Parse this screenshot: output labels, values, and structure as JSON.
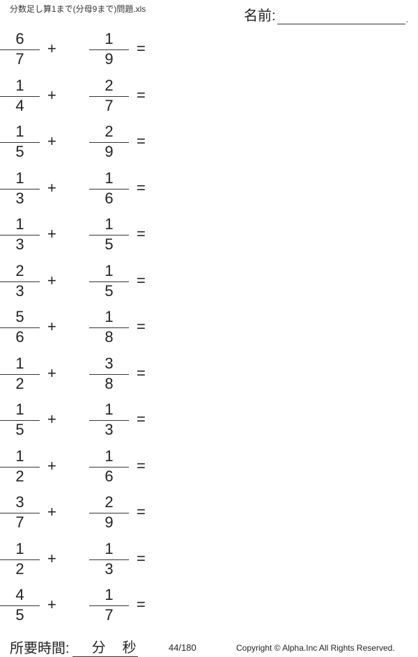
{
  "header": {
    "title": "分数足し算1まで(分母9まで)問題.xls",
    "name_label": "名前:",
    "name_end": "."
  },
  "problems": [
    {
      "a_num": "6",
      "a_den": "7",
      "b_num": "1",
      "b_den": "9"
    },
    {
      "a_num": "1",
      "a_den": "4",
      "b_num": "2",
      "b_den": "7"
    },
    {
      "a_num": "1",
      "a_den": "5",
      "b_num": "2",
      "b_den": "9"
    },
    {
      "a_num": "1",
      "a_den": "3",
      "b_num": "1",
      "b_den": "6"
    },
    {
      "a_num": "1",
      "a_den": "3",
      "b_num": "1",
      "b_den": "5"
    },
    {
      "a_num": "2",
      "a_den": "3",
      "b_num": "1",
      "b_den": "5"
    },
    {
      "a_num": "5",
      "a_den": "6",
      "b_num": "1",
      "b_den": "8"
    },
    {
      "a_num": "1",
      "a_den": "2",
      "b_num": "3",
      "b_den": "8"
    },
    {
      "a_num": "1",
      "a_den": "5",
      "b_num": "1",
      "b_den": "3"
    },
    {
      "a_num": "1",
      "a_den": "2",
      "b_num": "1",
      "b_den": "6"
    },
    {
      "a_num": "3",
      "a_den": "7",
      "b_num": "2",
      "b_den": "9"
    },
    {
      "a_num": "1",
      "a_den": "2",
      "b_num": "1",
      "b_den": "3"
    },
    {
      "a_num": "4",
      "a_den": "5",
      "b_num": "1",
      "b_den": "7"
    }
  ],
  "symbols": {
    "plus": "+",
    "equals": "="
  },
  "footer": {
    "time_label": "所要時間:",
    "minutes": "分",
    "seconds": "秒",
    "page": "44/180",
    "copyright": "Copyright ©  Alpha.Inc All Rights Reserved."
  }
}
